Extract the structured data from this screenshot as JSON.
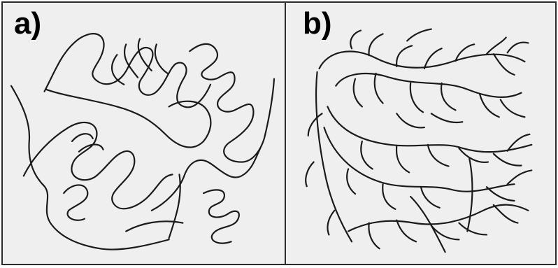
{
  "panels": [
    {
      "id": "a",
      "label": "a)"
    },
    {
      "id": "b",
      "label": "b)"
    }
  ],
  "colors": {
    "panel_background": "#efefef",
    "border": "#2b2b2b",
    "line": "#1a1a1a",
    "label": "#000000"
  }
}
